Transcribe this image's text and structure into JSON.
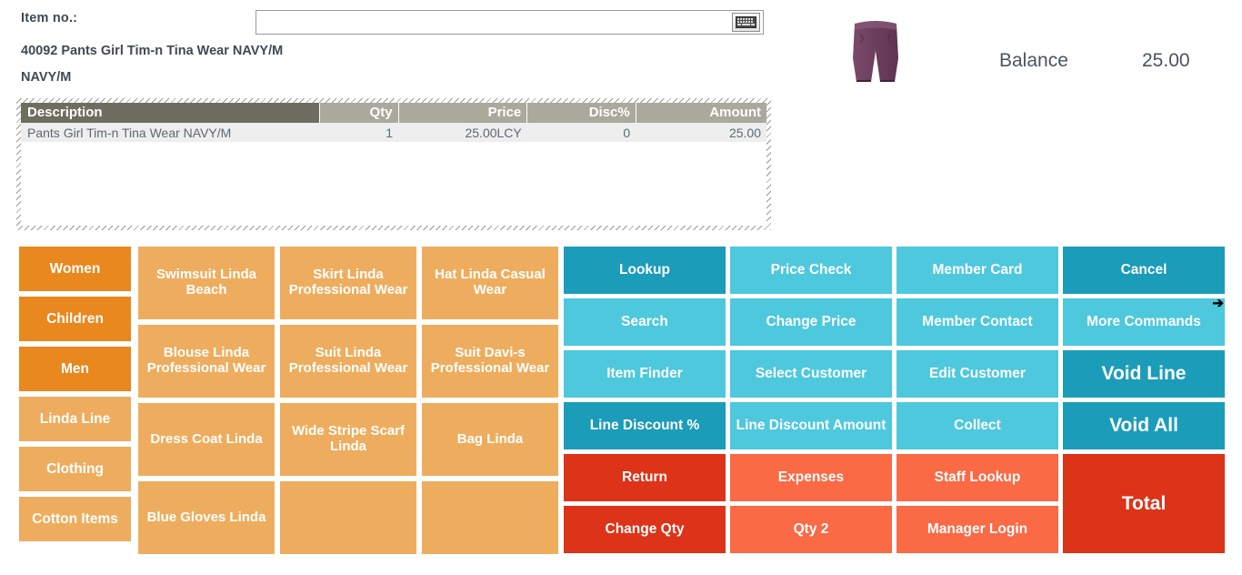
{
  "header": {
    "item_label": "Item no.:",
    "item_input_value": "",
    "item_input_placeholder": "",
    "keyboard_icon": "keyboard-icon",
    "item_description": "40092 Pants Girl Tim-n Tina Wear NAVY/M",
    "item_variant": "NAVY/M",
    "product_thumb_alt": "product-thumbnail-pants",
    "balance_label": "Balance",
    "balance_value": "25.00"
  },
  "transaction": {
    "columns": [
      "Description",
      "Qty",
      "Price",
      "Disc%",
      "Amount"
    ],
    "rows": [
      {
        "description": "Pants Girl Tim-n Tina Wear NAVY/M",
        "qty": "1",
        "price": "25.00LCY",
        "disc": "0",
        "amount": "25.00"
      }
    ]
  },
  "categories": [
    {
      "label": "Women",
      "tone": "o-dark"
    },
    {
      "label": "Children",
      "tone": "o-dark"
    },
    {
      "label": "Men",
      "tone": "o-dark"
    },
    {
      "label": "Linda Line",
      "tone": "o-light"
    },
    {
      "label": "Clothing",
      "tone": "o-light"
    },
    {
      "label": "Cotton Items",
      "tone": "o-light"
    }
  ],
  "products": [
    {
      "label": "Swimsuit Linda Beach"
    },
    {
      "label": "Skirt Linda Professional Wear"
    },
    {
      "label": "Hat Linda Casual Wear"
    },
    {
      "label": "Blouse Linda Professional Wear"
    },
    {
      "label": "Suit Linda Professional Wear"
    },
    {
      "label": "Suit Davi-s Professional Wear"
    },
    {
      "label": "Dress Coat Linda"
    },
    {
      "label": "Wide Stripe Scarf Linda"
    },
    {
      "label": "Bag Linda"
    },
    {
      "label": "Blue Gloves Linda"
    },
    {
      "label": ""
    },
    {
      "label": ""
    }
  ],
  "commands": [
    {
      "label": "Lookup",
      "tone": "t-dark"
    },
    {
      "label": "Price Check",
      "tone": "t-light"
    },
    {
      "label": "Member Card",
      "tone": "t-light"
    },
    {
      "label": "Cancel",
      "tone": "t-dark"
    },
    {
      "label": "Search",
      "tone": "t-light"
    },
    {
      "label": "Change Price",
      "tone": "t-light"
    },
    {
      "label": "Member Contact",
      "tone": "t-light"
    },
    {
      "label": "More Commands",
      "tone": "t-light",
      "badge": "➔"
    },
    {
      "label": "Item Finder",
      "tone": "t-light"
    },
    {
      "label": "Select Customer",
      "tone": "t-light"
    },
    {
      "label": "Edit Customer",
      "tone": "t-light"
    },
    {
      "label": "Void Line",
      "tone": "t-dark",
      "big": true
    },
    {
      "label": "Line Discount %",
      "tone": "t-dark"
    },
    {
      "label": "Line Discount Amount",
      "tone": "t-light"
    },
    {
      "label": "Collect",
      "tone": "t-light"
    },
    {
      "label": "Void All",
      "tone": "t-dark",
      "big": true
    },
    {
      "label": "Return",
      "tone": "r-dark"
    },
    {
      "label": "Expenses",
      "tone": "r-light"
    },
    {
      "label": "Staff Lookup",
      "tone": "r-light"
    },
    {
      "label": "Total",
      "tone": "r-dark",
      "big": true,
      "span2": true
    },
    {
      "label": "Change Qty",
      "tone": "r-dark"
    },
    {
      "label": "Qty 2",
      "tone": "r-light"
    },
    {
      "label": "Manager Login",
      "tone": "r-light"
    }
  ],
  "colors": {
    "orange_dark": "#e8881e",
    "orange_light": "#eead5e",
    "teal_dark": "#1b9cb8",
    "teal_light": "#4ec8dd",
    "red_dark": "#dd3318",
    "red_light": "#f96a45",
    "header_desc": "#6d6e5f",
    "header_cols": "#a9a99c",
    "text_dark": "#3e4a52"
  }
}
